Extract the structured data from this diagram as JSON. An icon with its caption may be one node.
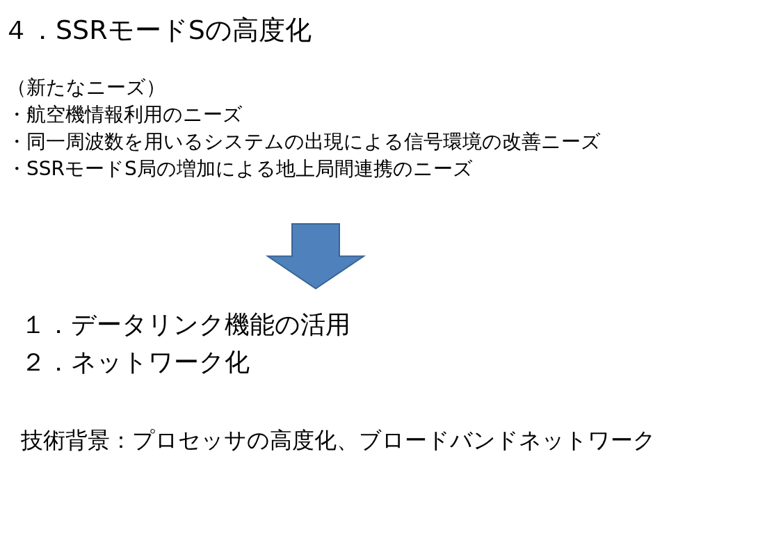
{
  "diagram": {
    "title": "４．SSRモードSの高度化",
    "nodes": [
      {
        "text": [
          "（新たなニーズ）",
          "・航空機情報利用のニーズ",
          "・同一周波数を用いるシステムの出現による信号環境の改善ニーズ",
          "・SSRモードS局の増加による地上局間連携のニーズ"
        ]
      },
      {
        "text": [
          "１．データリンク機能の活用",
          "２．ネットワーク化"
        ]
      }
    ],
    "edges": [
      {
        "from": 0,
        "to": 1,
        "arrow": "to"
      }
    ],
    "labels": [
      "技術背景：プロセッサの高度化、ブロードバンドネットワーク"
    ]
  }
}
